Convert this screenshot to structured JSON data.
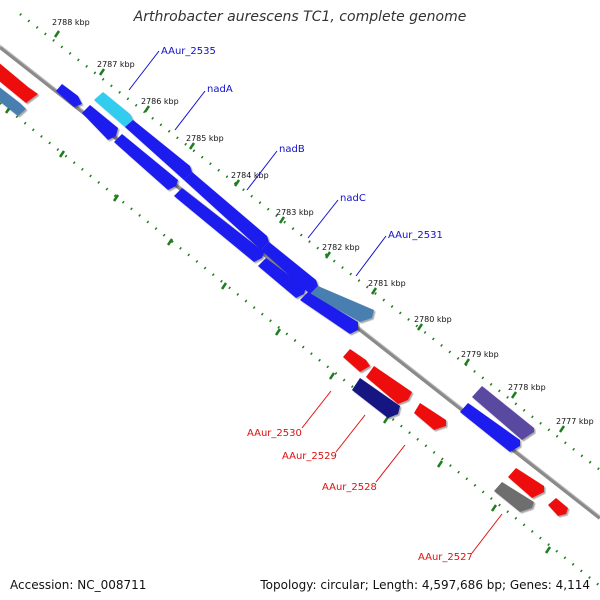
{
  "title": "Arthrobacter aurescens TC1, complete genome",
  "footer": {
    "accession": "Accession: NC_008711",
    "stats": "Topology: circular; Length: 4,597,686 bp; Genes: 4,114"
  },
  "colors": {
    "background": "#ffffff",
    "backbone": "#8a8a8a",
    "tick": "#1e7d1e",
    "forward_label": "#1010cc",
    "reverse_label": "#dd1111"
  },
  "ticks": [
    {
      "label": "2788 kbp"
    },
    {
      "label": "2787 kbp"
    },
    {
      "label": "2786 kbp"
    },
    {
      "label": "2785 kbp"
    },
    {
      "label": "2784 kbp"
    },
    {
      "label": "2783 kbp"
    },
    {
      "label": "2782 kbp"
    },
    {
      "label": "2781 kbp"
    },
    {
      "label": "2780 kbp"
    },
    {
      "label": "2779 kbp"
    },
    {
      "label": "2778 kbp"
    },
    {
      "label": "2777 kbp"
    }
  ],
  "gene_labels": {
    "forward": [
      "AAur_2535",
      "nadA",
      "nadB",
      "nadC",
      "AAur_2531"
    ],
    "reverse": [
      "AAur_2530",
      "AAur_2529",
      "AAur_2528",
      "AAur_2527"
    ]
  },
  "feature_colors": {
    "blue": "#1a1aee",
    "light_blue": "#33ccee",
    "steel_blue": "#4a7fb0",
    "purple": "#5a4aa0",
    "navy": "#121282",
    "red": "#ee1111",
    "gray": "#6e6e6e"
  }
}
